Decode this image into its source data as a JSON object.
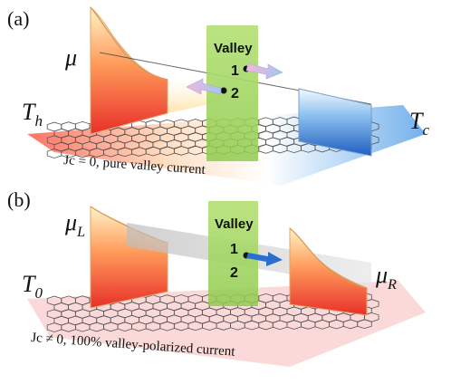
{
  "panels": [
    {
      "tag": "(a)",
      "potential": "μ",
      "hot_reservoir": {
        "sym": "T",
        "sub": "h"
      },
      "cold_reservoir": {
        "sym": "T",
        "sub": "c"
      },
      "filter_label": "Valley",
      "valley_1": "1",
      "valley_2": "2",
      "caption": "Jc = 0, pure valley current"
    },
    {
      "tag": "(b)",
      "left_potential": {
        "sym": "μ",
        "sub": "L"
      },
      "right_potential": {
        "sym": "μ",
        "sub": "R"
      },
      "reservoir": {
        "sym": "T",
        "sub": "0"
      },
      "filter_label": "Valley",
      "valley_1": "1",
      "valley_2": "2",
      "caption": "Jc ≠ 0, 100% valley-polarized current"
    }
  ],
  "colors": {
    "hot": "#e8402a",
    "warm": "#ffe9a8",
    "cold": "#2e7fd9",
    "valley_filter": "#9fd35a",
    "arrow_1": "#1f6fd0",
    "arrow_pink": "#f3a9cf",
    "floor_b": "#fbd7d7",
    "lattice": "#555555"
  }
}
